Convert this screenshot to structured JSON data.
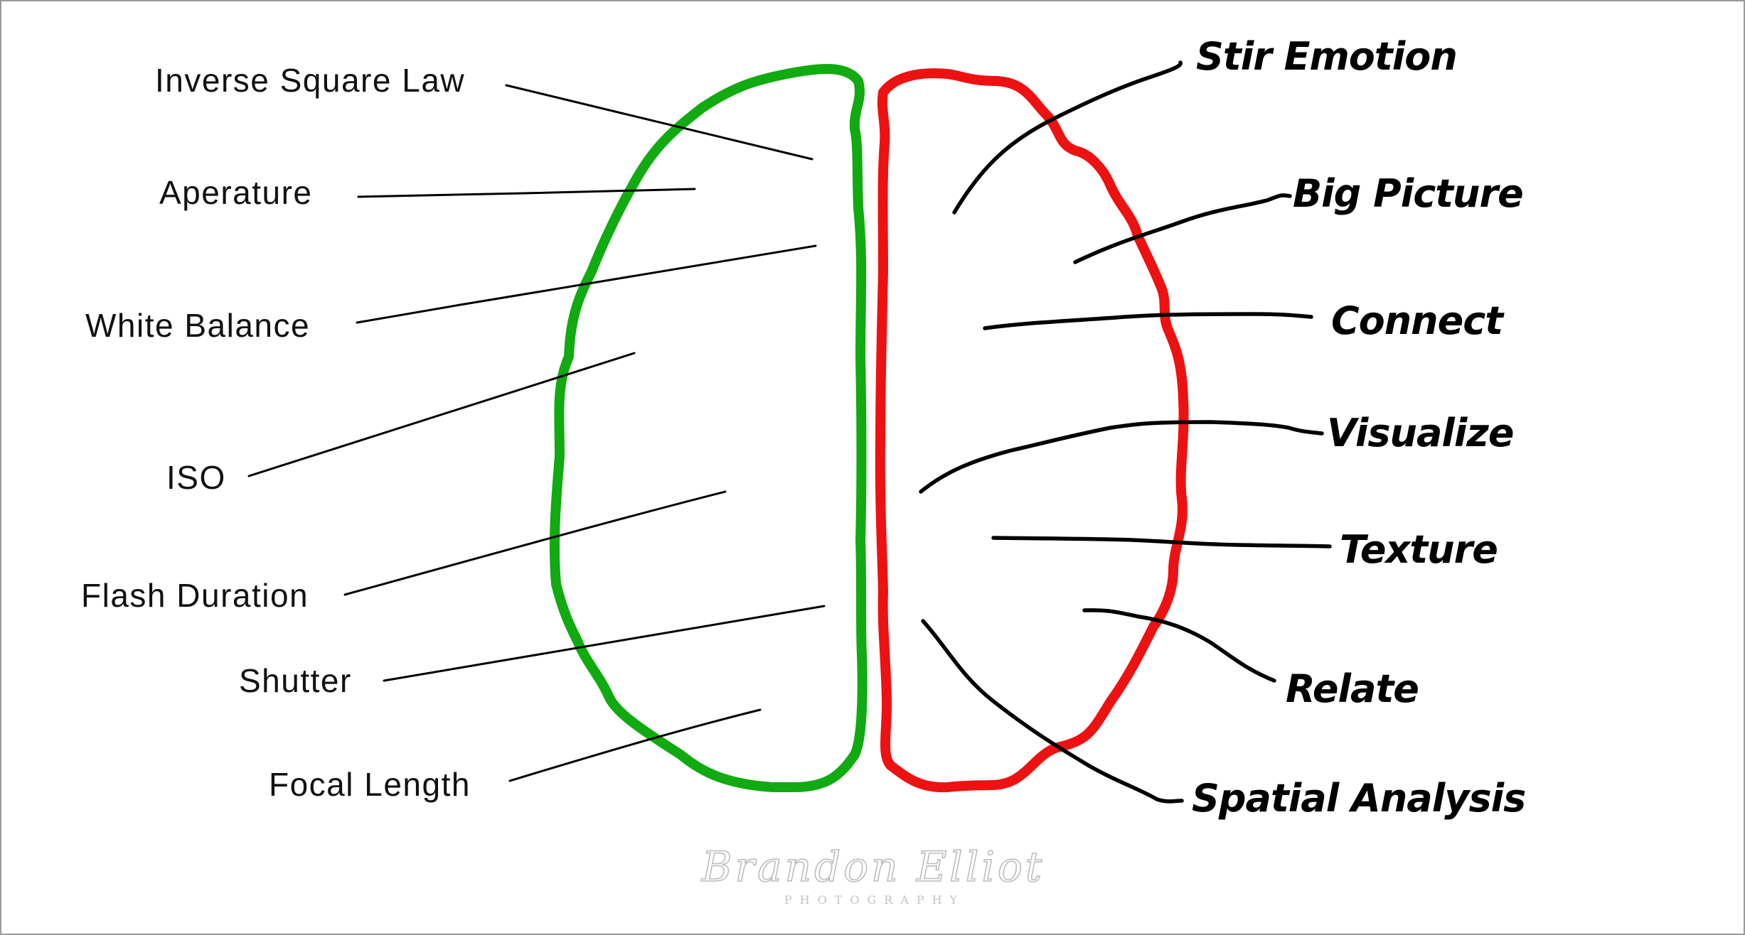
{
  "colors": {
    "left_hemisphere": "#11aa11",
    "right_hemisphere": "#ee1111",
    "connector": "#000000",
    "watermark": "#bdbdbd"
  },
  "left_labels": {
    "inverse_square_law": "Inverse Square Law",
    "aperature": "Aperature",
    "white_balance": "White Balance",
    "iso": "ISO",
    "flash_duration": "Flash Duration",
    "shutter": "Shutter",
    "focal_length": "Focal Length"
  },
  "right_labels": {
    "stir_emotion": "Stir Emotion",
    "big_picture": "Big Picture",
    "connect": "Connect",
    "visualize": "Visualize",
    "texture": "Texture",
    "relate": "Relate",
    "spatial_analysis": "Spatial Analysis"
  },
  "watermark": {
    "name": "Brandon Elliot",
    "subtitle": "PHOTOGRAPHY"
  }
}
